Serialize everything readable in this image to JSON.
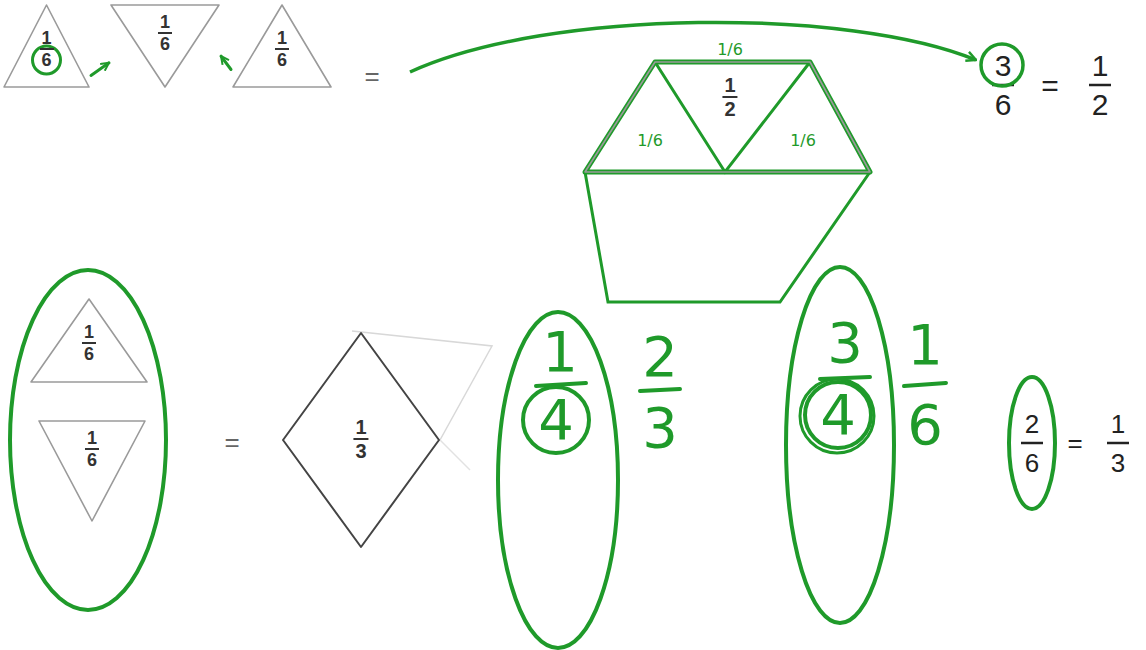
{
  "diagram": {
    "nodes": [
      {
        "text": [
          "1",
          "6"
        ]
      },
      {
        "text": [
          "1",
          "6"
        ]
      },
      {
        "text": [
          "1",
          "6"
        ]
      },
      {
        "text": [
          "1",
          "2"
        ]
      },
      {
        "text": [
          "1",
          "6"
        ]
      },
      {
        "text": [
          "1",
          "6"
        ]
      },
      {
        "text": [
          "1",
          "3"
        ]
      }
    ],
    "edges": [
      {
        "from": 0,
        "to": 1,
        "arrow": "to"
      },
      {
        "from": 2,
        "to": 1,
        "arrow": "to"
      }
    ],
    "labels": [
      "=",
      "1/6",
      "1/6",
      "1/6",
      "3",
      "6",
      "=",
      "1",
      "2",
      "=",
      "1",
      "4",
      "2",
      "3",
      "3",
      "4",
      "1",
      "6",
      "2",
      "6",
      "=",
      "1",
      "3"
    ]
  }
}
